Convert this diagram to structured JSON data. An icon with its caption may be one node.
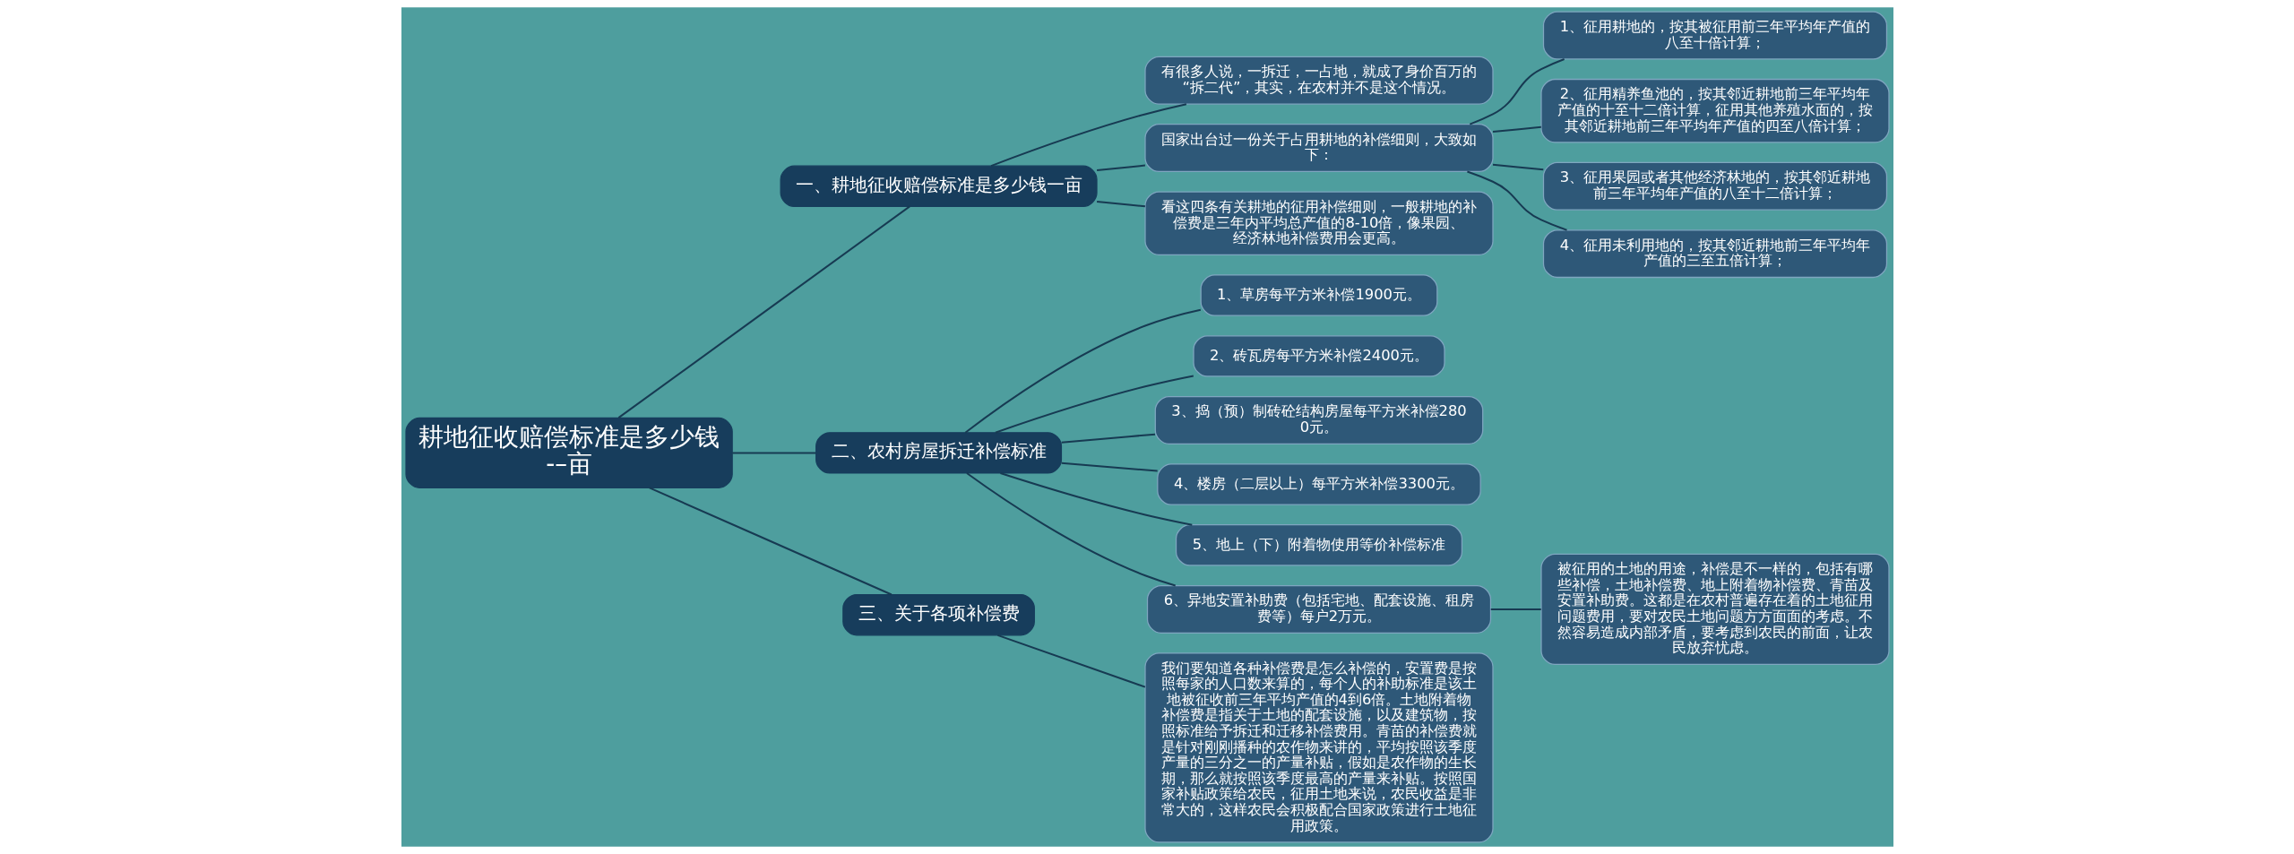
{
  "diagram": {
    "nodes": [
      {
        "text": [
          "耕地征收赔偿标准是多少钱-–亩"
        ]
      },
      {
        "text": [
          "一、耕地征收赔偿标准是多少钱一亩"
        ]
      },
      {
        "text": [
          "有很多人说，一拆迁，一占地，就成了身价百万的“拆二代”，其实，在农村并不是这个情况。"
        ]
      },
      {
        "text": [
          "国家出台过一份关于占用耕地的补偿细则，大致如下："
        ]
      },
      {
        "text": [
          "1、征用耕地的，按其被征用前三年平均年产值的八至十倍计算；"
        ]
      },
      {
        "text": [
          "2、征用精养鱼池的，按其邻近耕地前三年平均年产值的十至十二倍计算，征用其他养殖水面的，按其邻近耕地前三年平均年产值的四至八倍计算；"
        ]
      },
      {
        "text": [
          "3、征用果园或者其他经济林地的，按其邻近耕地前三年平均年产值的八至十二倍计算；"
        ]
      },
      {
        "text": [
          "4、征用未利用地的，按其邻近耕地前三年平均年产值的三至五倍计算；"
        ]
      },
      {
        "text": [
          "看这四条有关耕地的征用补偿细则，一般耕地的补偿费是三年内平均总产值的8-10倍，像果园、经济林地补偿费用会更高。"
        ]
      },
      {
        "text": [
          "二、农村房屋拆迁补偿标准"
        ]
      },
      {
        "text": [
          "1、草房每平方米补偿1900元。"
        ]
      },
      {
        "text": [
          "2、砖瓦房每平方米补偿2400元。"
        ]
      },
      {
        "text": [
          "3、捣（预）制砖砼结构房屋每平方米补偿2800元。"
        ]
      },
      {
        "text": [
          "4、楼房（二层以上）每平方米补偿3300元。"
        ]
      },
      {
        "text": [
          "5、地上（下）附着物使用等价补偿标准"
        ]
      },
      {
        "text": [
          "6、异地安置补助费（包括宅地、配套设施、租房费等）每户2万元。"
        ]
      },
      {
        "text": [
          "被征用的土地的用途，补偿是不一样的，包括有哪些补偿，土地补偿费、地上附着物补偿费、青苗及安置补助费。这都是在农村普遍存在着的土地征用问题费用，要对农民土地问题方方面面的考虑。不然容易造成内部矛盾，要考虑到农民的前面，让农民放弃忧虑。"
        ]
      },
      {
        "text": [
          "三、关于各项补偿费"
        ]
      },
      {
        "text": [
          "我们要知道各种补偿费是怎么补偿的，安置费是按照每家的人口数来算的，每个人的补助标准是该土地被征收前三年平均产值的4到6倍。土地附着物补偿费是指关于土地的配套设施，以及建筑物，按照标准给予拆迁和迁移补偿费用。青苗的补偿费就是针对刚刚播种的农作物来讲的，平均按照该季度产量的三分之一的产量补贴，假如是农作物的生长期，那么就按照该季度最高的产量来补贴。按照国家补贴政策给农民，征用土地来说，农民收益是非常大的，这样农民会积极配合国家政策进行土地征用政策。"
        ]
      }
    ],
    "edges": [
      {
        "from": 0,
        "to": 1,
        "arrow": "none"
      },
      {
        "from": 1,
        "to": 2,
        "arrow": "none"
      },
      {
        "from": 1,
        "to": 3,
        "arrow": "none"
      },
      {
        "from": 3,
        "to": 4,
        "arrow": "none"
      },
      {
        "from": 3,
        "to": 5,
        "arrow": "none"
      },
      {
        "from": 3,
        "to": 6,
        "arrow": "none"
      },
      {
        "from": 3,
        "to": 7,
        "arrow": "none"
      },
      {
        "from": 1,
        "to": 8,
        "arrow": "none"
      },
      {
        "from": 0,
        "to": 9,
        "arrow": "none"
      },
      {
        "from": 9,
        "to": 10,
        "arrow": "none"
      },
      {
        "from": 9,
        "to": 11,
        "arrow": "none"
      },
      {
        "from": 9,
        "to": 12,
        "arrow": "none"
      },
      {
        "from": 9,
        "to": 13,
        "arrow": "none"
      },
      {
        "from": 9,
        "to": 14,
        "arrow": "none"
      },
      {
        "from": 9,
        "to": 15,
        "arrow": "none"
      },
      {
        "from": 15,
        "to": 16,
        "arrow": "none"
      },
      {
        "from": 0,
        "to": 17,
        "arrow": "none"
      },
      {
        "from": 17,
        "to": 18,
        "arrow": "none"
      }
    ]
  }
}
